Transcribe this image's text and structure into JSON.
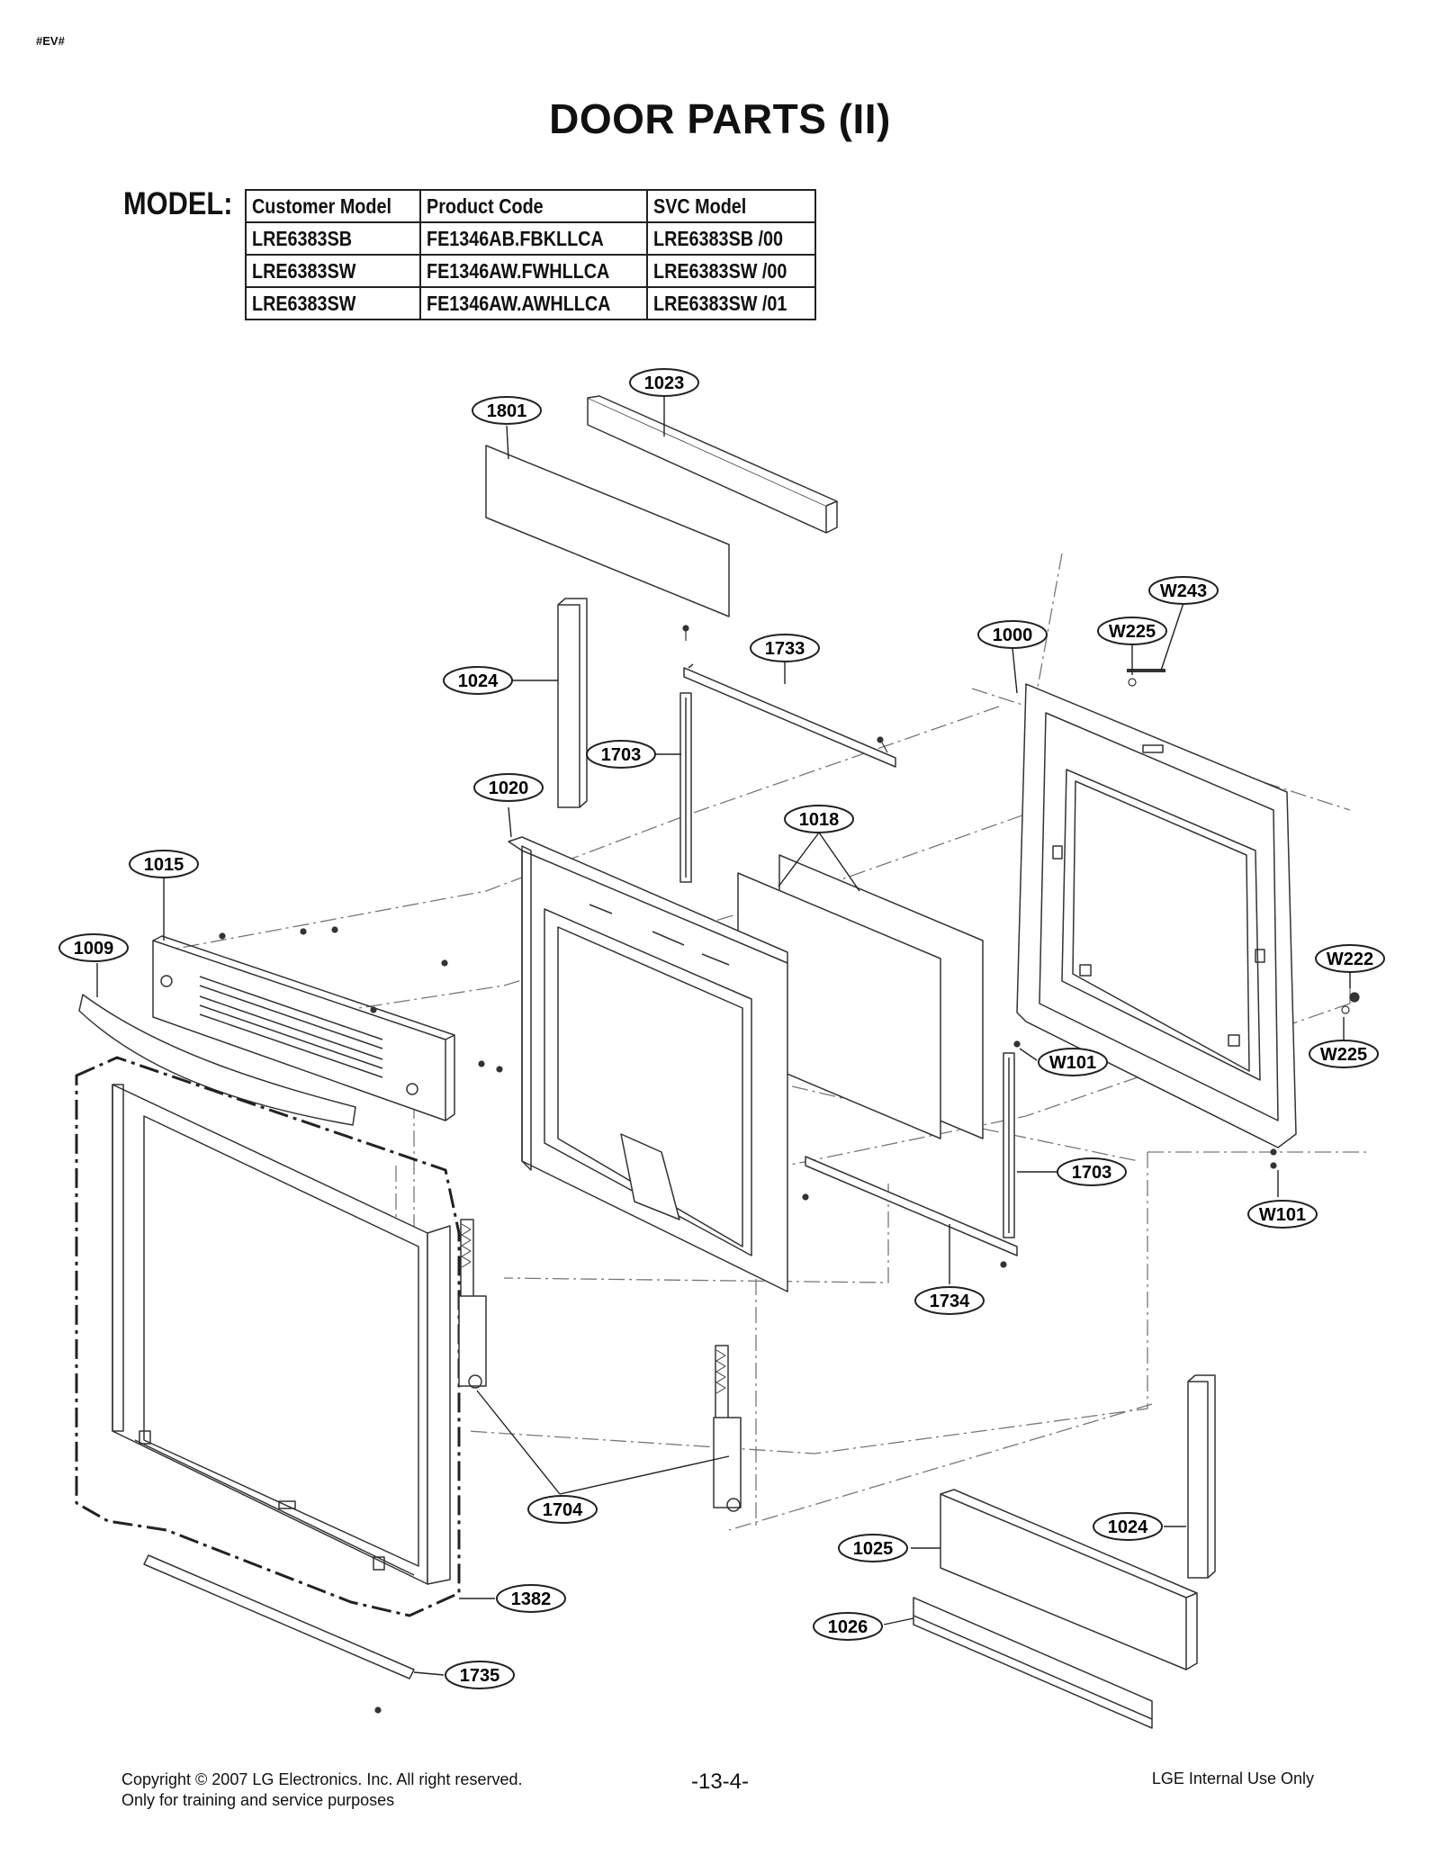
{
  "header": {
    "tag": "#EV#",
    "title": "DOOR PARTS (II)"
  },
  "model": {
    "label": "MODEL:",
    "columns": [
      "Customer Model",
      "Product Code",
      "SVC Model"
    ],
    "rows": [
      [
        "LRE6383SB",
        "FE1346AB.FBKLLCA",
        "LRE6383SB /00"
      ],
      [
        "LRE6383SW",
        "FE1346AW.FWHLLCA",
        "LRE6383SW /00"
      ],
      [
        "LRE6383SW",
        "FE1346AW.AWHLLCA",
        "LRE6383SW /01"
      ]
    ]
  },
  "parts": [
    {
      "id": "part-1023",
      "label": "1023"
    },
    {
      "id": "part-1801",
      "label": "1801"
    },
    {
      "id": "part-w243",
      "label": "W243"
    },
    {
      "id": "part-1000",
      "label": "1000"
    },
    {
      "id": "part-w225-top",
      "label": "W225"
    },
    {
      "id": "part-1733",
      "label": "1733"
    },
    {
      "id": "part-1024-top",
      "label": "1024"
    },
    {
      "id": "part-1703-left",
      "label": "1703"
    },
    {
      "id": "part-1020",
      "label": "1020"
    },
    {
      "id": "part-1018",
      "label": "1018"
    },
    {
      "id": "part-1015",
      "label": "1015"
    },
    {
      "id": "part-1009",
      "label": "1009"
    },
    {
      "id": "part-w222",
      "label": "W222"
    },
    {
      "id": "part-w101-mid",
      "label": "W101"
    },
    {
      "id": "part-w225-right",
      "label": "W225"
    },
    {
      "id": "part-1703-right",
      "label": "1703"
    },
    {
      "id": "part-w101-right",
      "label": "W101"
    },
    {
      "id": "part-1734",
      "label": "1734"
    },
    {
      "id": "part-1704",
      "label": "1704"
    },
    {
      "id": "part-1024-bottom",
      "label": "1024"
    },
    {
      "id": "part-1025",
      "label": "1025"
    },
    {
      "id": "part-1382",
      "label": "1382"
    },
    {
      "id": "part-1026",
      "label": "1026"
    },
    {
      "id": "part-1735",
      "label": "1735"
    }
  ],
  "footer": {
    "copyright": "Copyright © 2007 LG Electronics. Inc. All right reserved.",
    "training": "Only for training and service purposes",
    "page": "-13-4-",
    "internal": "LGE Internal Use Only"
  }
}
